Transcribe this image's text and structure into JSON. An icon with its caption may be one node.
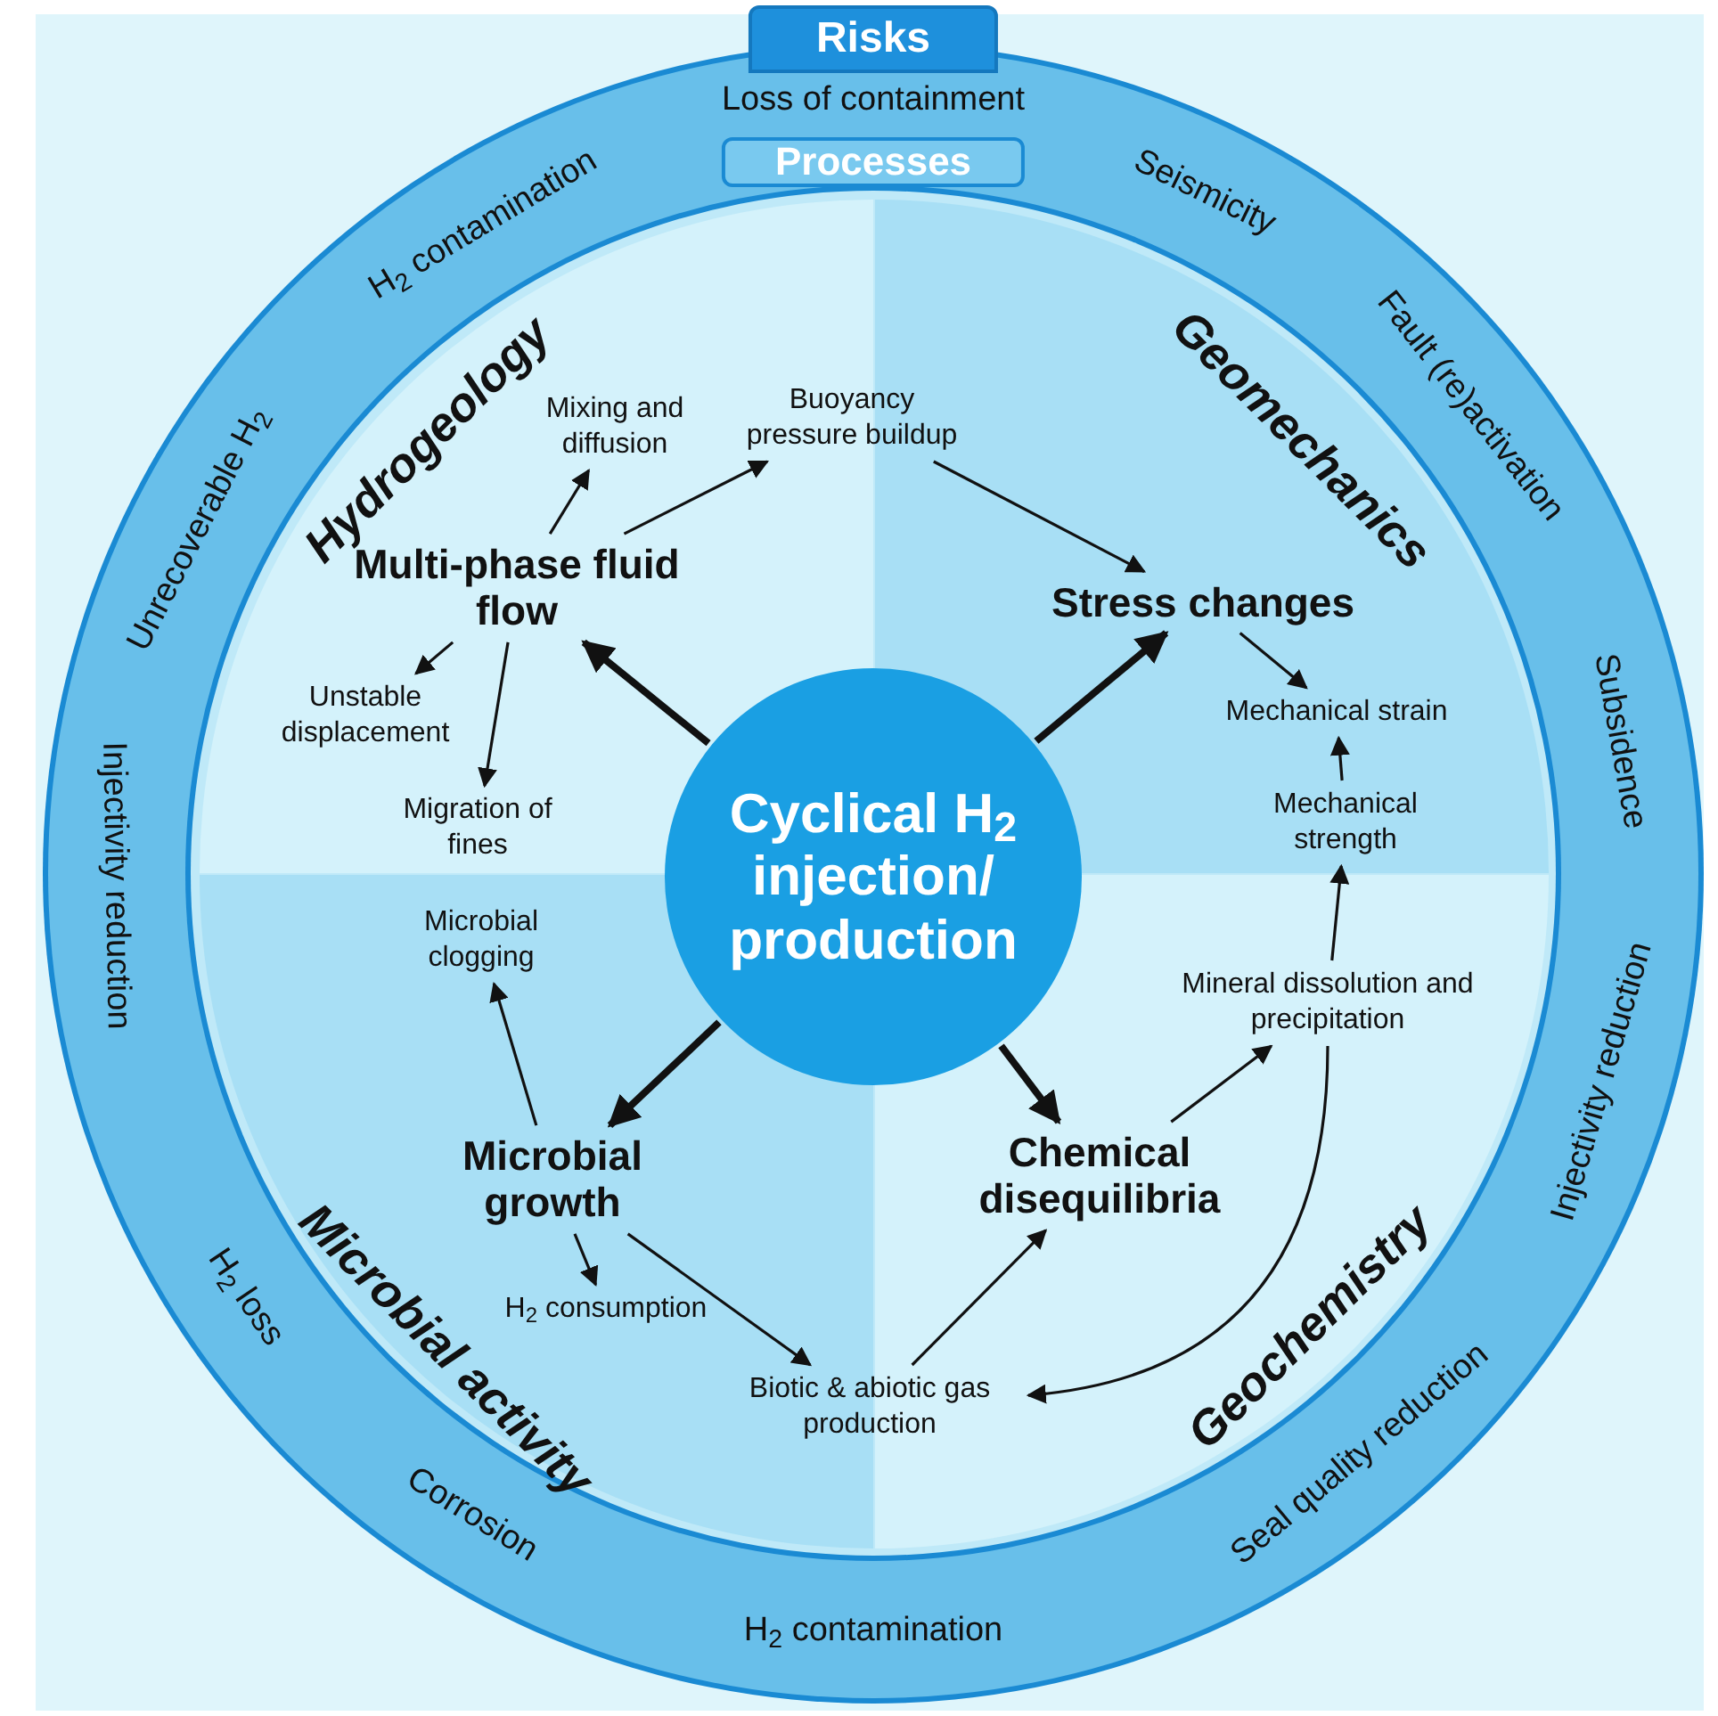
{
  "diagram": {
    "nodes": [
      {
        "text": [
          "Risks"
        ]
      },
      {
        "text": [
          "Processes"
        ],
        "in": 0
      },
      {
        "text": [
          "Hydrogeology"
        ],
        "in": 1
      },
      {
        "text": [
          "Geomechanics"
        ],
        "in": 1
      },
      {
        "text": [
          "Microbial activity"
        ],
        "in": 1
      },
      {
        "text": [
          "Geochemistry"
        ],
        "in": 1
      },
      {
        "text": [
          "Cyclical H$_{2}$ injection/ production"
        ],
        "in": 1
      },
      {
        "text": [
          "Multi-phase fluid flow"
        ],
        "in": 2
      },
      {
        "text": [
          "Mixing and diffusion"
        ],
        "in": 2
      },
      {
        "text": [
          "Buoyancy pressure buildup"
        ],
        "in": 1
      },
      {
        "text": [
          "Unstable displacement"
        ],
        "in": 2
      },
      {
        "text": [
          "Migration of fines"
        ],
        "in": 2
      },
      {
        "text": [
          "Stress changes"
        ],
        "in": 3
      },
      {
        "text": [
          "Mechanical strain"
        ],
        "in": 3
      },
      {
        "text": [
          "Mechanical strength"
        ],
        "in": 3
      },
      {
        "text": [
          "Mineral dissolution and precipitation"
        ],
        "in": 5
      },
      {
        "text": [
          "Chemical disequilibria"
        ],
        "in": 5
      },
      {
        "text": [
          "Biotic & abiotic gas production"
        ],
        "in": 1
      },
      {
        "text": [
          "Microbial growth"
        ],
        "in": 4
      },
      {
        "text": [
          "Microbial clogging"
        ],
        "in": 4
      },
      {
        "text": [
          "H$_{2}$ consumption"
        ],
        "in": 4
      }
    ],
    "edges": [
      {
        "from": 6,
        "to": 7,
        "arrow": "to",
        "style": "thick"
      },
      {
        "from": 6,
        "to": 12,
        "arrow": "to",
        "style": "thick"
      },
      {
        "from": 6,
        "to": 18,
        "arrow": "to",
        "style": "thick"
      },
      {
        "from": 6,
        "to": 16,
        "arrow": "to",
        "style": "thick"
      },
      {
        "from": 7,
        "to": 8,
        "arrow": "to"
      },
      {
        "from": 7,
        "to": 9,
        "arrow": "to"
      },
      {
        "from": 7,
        "to": 10,
        "arrow": "to"
      },
      {
        "from": 7,
        "to": 11,
        "arrow": "to"
      },
      {
        "from": 9,
        "to": 12,
        "arrow": "to"
      },
      {
        "from": 12,
        "to": 13,
        "arrow": "to"
      },
      {
        "from": 14,
        "to": 13,
        "arrow": "to"
      },
      {
        "from": 15,
        "to": 14,
        "arrow": "to"
      },
      {
        "from": 16,
        "to": 15,
        "arrow": "to"
      },
      {
        "from": 15,
        "to": 17,
        "arrow": "to"
      },
      {
        "from": 17,
        "to": 16,
        "arrow": "to"
      },
      {
        "from": 18,
        "to": 19,
        "arrow": "to"
      },
      {
        "from": 18,
        "to": 20,
        "arrow": "to"
      },
      {
        "from": 18,
        "to": 17,
        "arrow": "to"
      }
    ],
    "labels": [
      "Loss of containment",
      "Seismicity",
      "Fault (re)activation",
      "Subsidence",
      "Injectivity reduction",
      "Seal quality reduction",
      "H$_{2}$ contamination",
      "Corrosion",
      "H$_{2}$ loss",
      "Injectivity reduction",
      "Unrecoverable H$_{2}$",
      "H$_{2}$ contamination"
    ]
  }
}
